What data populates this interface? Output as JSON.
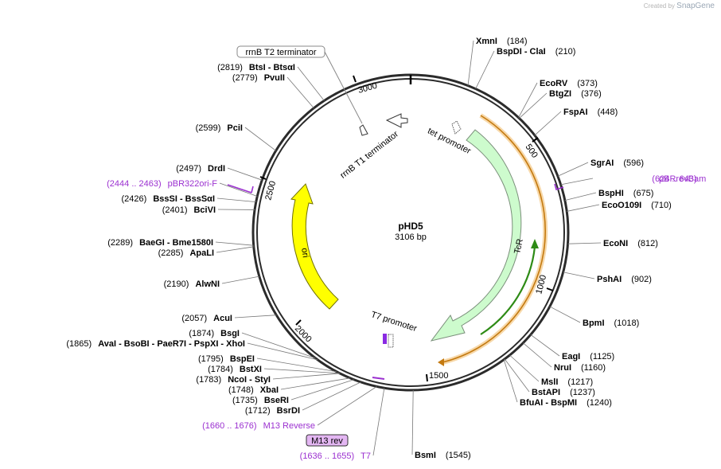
{
  "credit": {
    "prefix": "Created by",
    "brand": "SnapGene"
  },
  "plasmid": {
    "name": "pHD5",
    "size": "3106 bp",
    "length": 3106
  },
  "ticks": [
    "500",
    "1000",
    "1500",
    "2000",
    "2500",
    "3000"
  ],
  "features": [
    {
      "name": "rrnB T2 terminator"
    },
    {
      "name": "rrnB T1 terminator"
    },
    {
      "name": "tet promoter"
    },
    {
      "name": "TcR"
    },
    {
      "name": "ori"
    },
    {
      "name": "T7 promoter"
    }
  ],
  "right_sites": [
    {
      "pos": "(184)",
      "name": "XmnI"
    },
    {
      "pos": "(210)",
      "name": "BspDI  -  ClaI"
    },
    {
      "pos": "(373)",
      "name": "EcoRV"
    },
    {
      "pos": "(376)",
      "name": "BtgZI"
    },
    {
      "pos": "(448)",
      "name": "FspAI"
    },
    {
      "pos": "(596)",
      "name": "SgrAI"
    },
    {
      "pos": "(624 .. 643)",
      "name": "pBRrevBam",
      "primer": true
    },
    {
      "pos": "(675)",
      "name": "BspHI"
    },
    {
      "pos": "(710)",
      "name": "EcoO109I"
    },
    {
      "pos": "(812)",
      "name": "EcoNI"
    },
    {
      "pos": "(902)",
      "name": "PshAI"
    },
    {
      "pos": "(1018)",
      "name": "BpmI"
    },
    {
      "pos": "(1125)",
      "name": "EagI"
    },
    {
      "pos": "(1160)",
      "name": "NruI"
    },
    {
      "pos": "(1217)",
      "name": "MslI"
    },
    {
      "pos": "(1237)",
      "name": "BstAPI"
    },
    {
      "pos": "(1240)",
      "name": "BfuAI  -  BspMI"
    },
    {
      "pos": "(1545)",
      "name": "BsmI"
    }
  ],
  "left_sites": [
    {
      "pos": "(2819)",
      "name": "BtsI  -  BtsαI"
    },
    {
      "pos": "(2779)",
      "name": "PvuII"
    },
    {
      "pos": "(2599)",
      "name": "PciI"
    },
    {
      "pos": "(2497)",
      "name": "DrdI"
    },
    {
      "pos": "(2444 .. 2463)",
      "name": "pBR322ori-F",
      "primer": true
    },
    {
      "pos": "(2426)",
      "name": "BssSI  -  BssSαI"
    },
    {
      "pos": "(2401)",
      "name": "BciVI"
    },
    {
      "pos": "(2289)",
      "name": "BaeGI  -  Bme1580I"
    },
    {
      "pos": "(2285)",
      "name": "ApaLI"
    },
    {
      "pos": "(2190)",
      "name": "AlwNI"
    },
    {
      "pos": "(2057)",
      "name": "AcuI"
    },
    {
      "pos": "(1874)",
      "name": "BsgI"
    },
    {
      "pos": "(1865)",
      "name": "AvaI  -  BsoBI  -  PaeR7I  -  PspXI  -  XhoI"
    },
    {
      "pos": "(1795)",
      "name": "BspEI"
    },
    {
      "pos": "(1784)",
      "name": "BstXI"
    },
    {
      "pos": "(1783)",
      "name": "NcoI  -  StyI"
    },
    {
      "pos": "(1748)",
      "name": "XbaI"
    },
    {
      "pos": "(1735)",
      "name": "BseRI"
    },
    {
      "pos": "(1712)",
      "name": "BsrDI"
    },
    {
      "pos": "(1660 .. 1676)",
      "name": "M13 Reverse",
      "primer": true
    },
    {
      "pos": "(1636 .. 1655)",
      "name": "T7",
      "primer": true
    }
  ],
  "boxed_labels": [
    {
      "name": "M13 rev"
    }
  ],
  "colors": {
    "backbone": "#2b2b2b",
    "tcr": "#cdfbcd",
    "ori": "#ffff00",
    "primer": "#9b30d0",
    "primer_arrow": "#2e8b16",
    "orange_band": "#f2b94a",
    "m13_box": "#e3b6f2"
  }
}
